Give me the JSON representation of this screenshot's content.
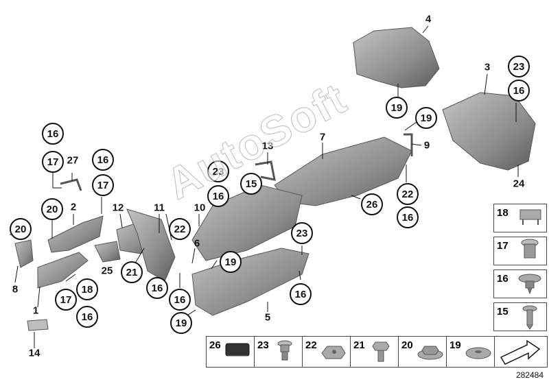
{
  "callouts": [
    {
      "id": "c4",
      "label": "4",
      "style": "plain"
    },
    {
      "id": "c3",
      "label": "3",
      "style": "plain"
    },
    {
      "id": "c23a",
      "label": "23",
      "style": "circle"
    },
    {
      "id": "c16a",
      "label": "16",
      "style": "circle"
    },
    {
      "id": "c19a",
      "label": "19",
      "style": "circle"
    },
    {
      "id": "c19b",
      "label": "19",
      "style": "circle"
    },
    {
      "id": "c9",
      "label": "9",
      "style": "plain"
    },
    {
      "id": "c24",
      "label": "24",
      "style": "plain"
    },
    {
      "id": "c7",
      "label": "7",
      "style": "plain"
    },
    {
      "id": "c13",
      "label": "13",
      "style": "plain"
    },
    {
      "id": "c23b",
      "label": "23",
      "style": "circle"
    },
    {
      "id": "c15",
      "label": "15",
      "style": "circle"
    },
    {
      "id": "c16b",
      "label": "16",
      "style": "circle"
    },
    {
      "id": "c26",
      "label": "26",
      "style": "circle"
    },
    {
      "id": "c22a",
      "label": "22",
      "style": "circle"
    },
    {
      "id": "c16c",
      "label": "16",
      "style": "circle"
    },
    {
      "id": "c16d",
      "label": "16",
      "style": "circle"
    },
    {
      "id": "c17a",
      "label": "17",
      "style": "circle"
    },
    {
      "id": "c27",
      "label": "27",
      "style": "plain"
    },
    {
      "id": "c16e",
      "label": "16",
      "style": "circle"
    },
    {
      "id": "c17b",
      "label": "17",
      "style": "circle"
    },
    {
      "id": "c20a",
      "label": "20",
      "style": "circle"
    },
    {
      "id": "c2",
      "label": "2",
      "style": "plain"
    },
    {
      "id": "c12",
      "label": "12",
      "style": "plain"
    },
    {
      "id": "c11",
      "label": "11",
      "style": "plain"
    },
    {
      "id": "c10",
      "label": "10",
      "style": "plain"
    },
    {
      "id": "c22b",
      "label": "22",
      "style": "circle"
    },
    {
      "id": "c6",
      "label": "6",
      "style": "plain"
    },
    {
      "id": "c23c",
      "label": "23",
      "style": "circle"
    },
    {
      "id": "c20b",
      "label": "20",
      "style": "circle"
    },
    {
      "id": "c8",
      "label": "8",
      "style": "plain"
    },
    {
      "id": "c25",
      "label": "25",
      "style": "plain"
    },
    {
      "id": "c21",
      "label": "21",
      "style": "circle"
    },
    {
      "id": "c19c",
      "label": "19",
      "style": "circle"
    },
    {
      "id": "c18",
      "label": "18",
      "style": "circle"
    },
    {
      "id": "c1",
      "label": "1",
      "style": "plain"
    },
    {
      "id": "c17c",
      "label": "17",
      "style": "circle"
    },
    {
      "id": "c16f",
      "label": "16",
      "style": "circle"
    },
    {
      "id": "c16g",
      "label": "16",
      "style": "circle"
    },
    {
      "id": "c16h",
      "label": "16",
      "style": "circle"
    },
    {
      "id": "c16i",
      "label": "16",
      "style": "circle"
    },
    {
      "id": "c5",
      "label": "5",
      "style": "plain"
    },
    {
      "id": "c19d",
      "label": "19",
      "style": "circle"
    },
    {
      "id": "c14",
      "label": "14",
      "style": "plain"
    }
  ],
  "legend_column": [
    {
      "label": "18",
      "icon": "clip-icon"
    },
    {
      "label": "17",
      "icon": "expanding-nut-icon"
    },
    {
      "label": "16",
      "icon": "collar-nut-icon"
    },
    {
      "label": "15",
      "icon": "screw-icon"
    }
  ],
  "legend_row": [
    {
      "label": "26",
      "icon": "foam-block-icon"
    },
    {
      "label": "23",
      "icon": "push-rivet-icon"
    },
    {
      "label": "22",
      "icon": "spring-nut-icon"
    },
    {
      "label": "21",
      "icon": "hex-bolt-icon"
    },
    {
      "label": "20",
      "icon": "hex-nut-icon"
    },
    {
      "label": "19",
      "icon": "washer-icon"
    },
    {
      "label": "",
      "icon": "arrow-icon"
    }
  ],
  "watermark": "AutoSoft",
  "diagram_number": "282484",
  "colors": {
    "part_fill": "#8c8c8c",
    "part_light": "#b8b8b8",
    "part_dark": "#5a5a5a",
    "ink": "#111111"
  }
}
